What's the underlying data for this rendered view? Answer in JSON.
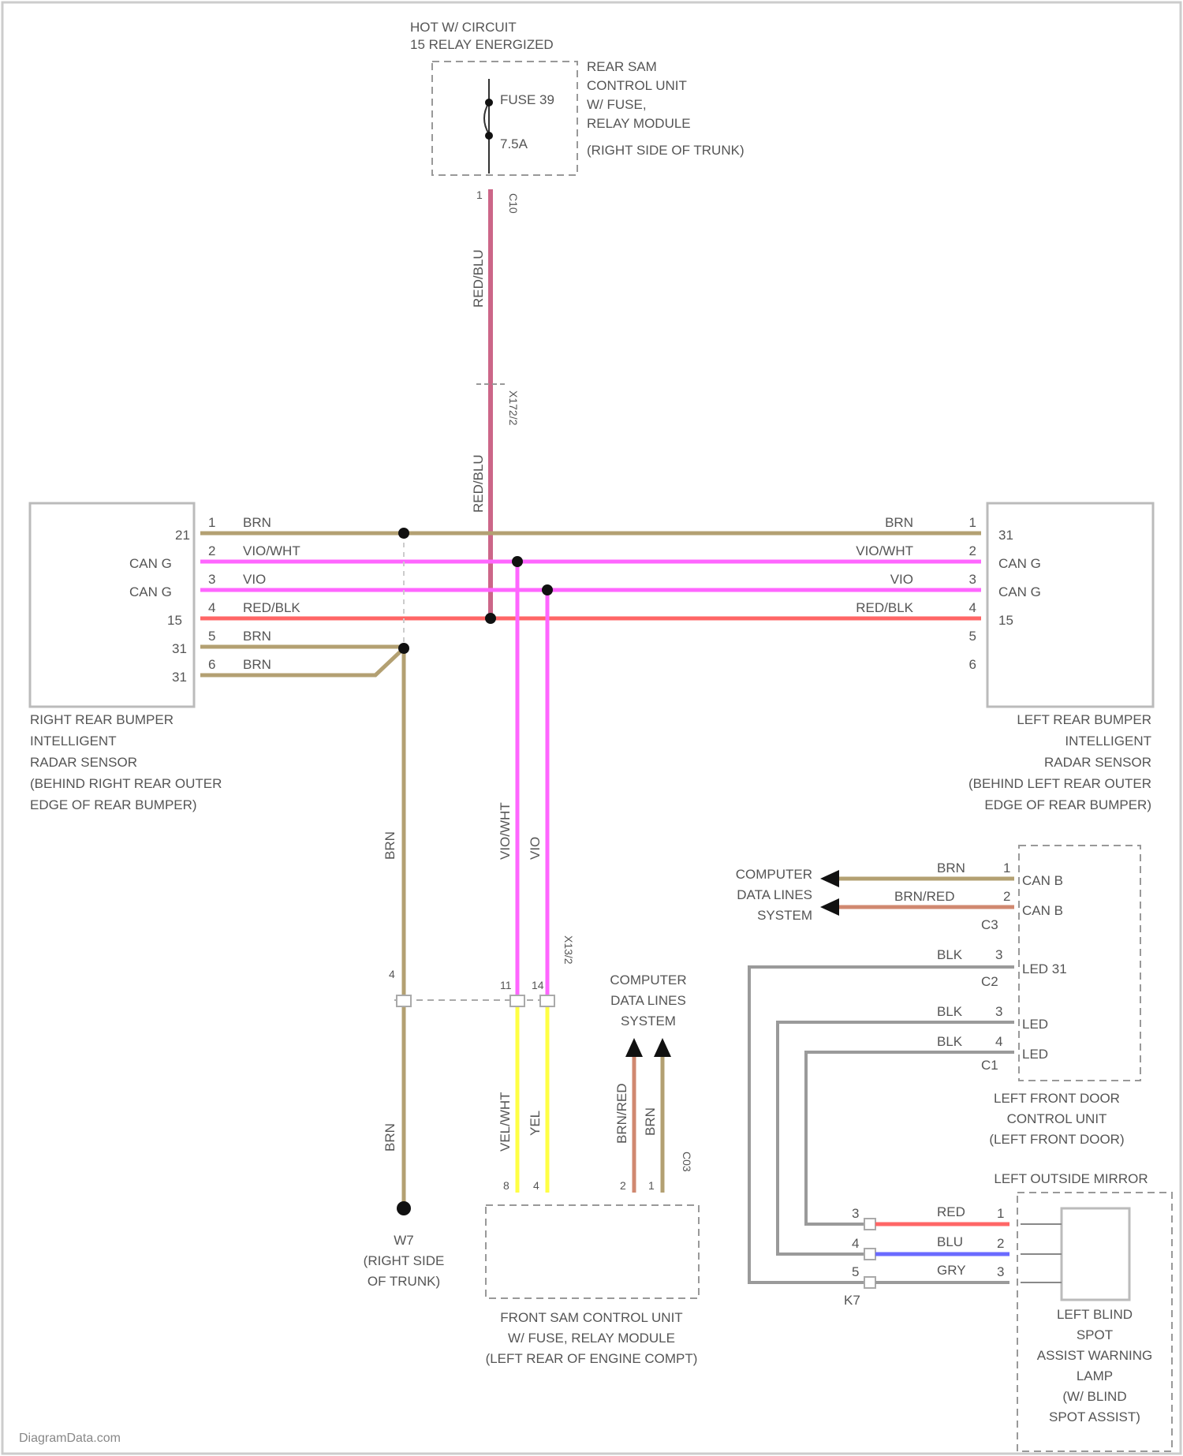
{
  "labels": {
    "hot_circuit": "HOT W/ CIRCUIT",
    "relay_energized": "15 RELAY ENERGIZED",
    "fuse_name": "FUSE 39",
    "fuse_rating": "7.5A",
    "rear_sam_1": "REAR SAM",
    "rear_sam_2": "CONTROL UNIT",
    "rear_sam_3": "W/ FUSE,",
    "rear_sam_4": "RELAY MODULE",
    "rear_sam_5": "(RIGHT SIDE OF TRUNK)",
    "conn_top": "C10",
    "conn_mid": "X172/2",
    "wire_red_blu": "RED/BLU",
    "right_pin_21a": "21",
    "right_pin_cang1": "CAN G",
    "right_pin_cang2": "CAN G",
    "right_pin_15": "15",
    "right_pin_31a": "31",
    "right_pin_31b": "31",
    "wire_brn": "BRN",
    "wire_vio_wht": "VIO/WHT",
    "wire_vio": "VIO",
    "wire_red_blk": "RED/BLK",
    "left_pin_31": "31",
    "left_pin_cang1": "CAN G",
    "left_pin_cang2": "CAN G",
    "left_pin_15": "15",
    "right_sensor_1": "RIGHT REAR BUMPER",
    "right_sensor_2": "INTELLIGENT",
    "right_sensor_3": "RADAR SENSOR",
    "right_sensor_4": "(BEHIND RIGHT REAR OUTER",
    "right_sensor_5": "EDGE OF REAR BUMPER)",
    "left_sensor_1": "LEFT REAR BUMPER",
    "left_sensor_2": "INTELLIGENT",
    "left_sensor_3": "RADAR SENSOR",
    "left_sensor_4": "(BEHIND LEFT REAR OUTER",
    "left_sensor_5": "EDGE OF REAR BUMPER)",
    "cdl_1": "COMPUTER",
    "cdl_2": "DATA LINES",
    "cdl_3": "SYSTEM",
    "wire_brn_red": "BRN/RED",
    "door_canb1": "CAN B",
    "door_canb2": "CAN B",
    "door_c3": "C3",
    "wire_blk": "BLK",
    "door_led31": "LED 31",
    "door_c2": "C2",
    "door_led1": "LED",
    "door_led2": "LED",
    "door_c1": "C1",
    "door_unit_1": "LEFT FRONT DOOR",
    "door_unit_2": "CONTROL UNIT",
    "door_unit_3": "(LEFT FRONT DOOR)",
    "conn_x13": "X13",
    "conn_x13_2": "X13/2",
    "wire_yel": "YEL",
    "wire_vel_wht": "VEL/WHT",
    "conn_c03": "C03",
    "ground_w": "W7",
    "ground_2": "(RIGHT SIDE",
    "ground_3": "OF TRUNK)",
    "front_sam_1": "FRONT SAM CONTROL UNIT",
    "front_sam_2": "W/ FUSE, RELAY MODULE",
    "front_sam_3": "(LEFT REAR OF ENGINE COMPT)",
    "mirror_title": "LEFT OUTSIDE MIRROR",
    "wire_red": "RED",
    "wire_blu": "BLU",
    "wire_gry": "GRY",
    "conn_k7": "K7",
    "lamp_1": "LEFT BLIND",
    "lamp_2": "SPOT",
    "lamp_3": "ASSIST WARNING",
    "lamp_4": "LAMP",
    "lamp_5": "(W/ BLIND",
    "lamp_6": "SPOT ASSIST)",
    "pin_1": "1",
    "pin_2": "2",
    "pin_3": "3",
    "pin_4": "4",
    "pin_5": "5",
    "pin_6": "6",
    "pin_8": "8",
    "pin_11": "11",
    "pin_14": "14",
    "watermark": "DiagramData.com"
  },
  "colors": {
    "brn": "#b3a072",
    "vio": "#ff66ff",
    "red": "#ff6666",
    "red_blu": "#cc6688",
    "yel": "#ffff44",
    "brn_red": "#d08870",
    "blu": "#6a6aff",
    "gray": "#9a9a9a",
    "dot": "#111111"
  }
}
